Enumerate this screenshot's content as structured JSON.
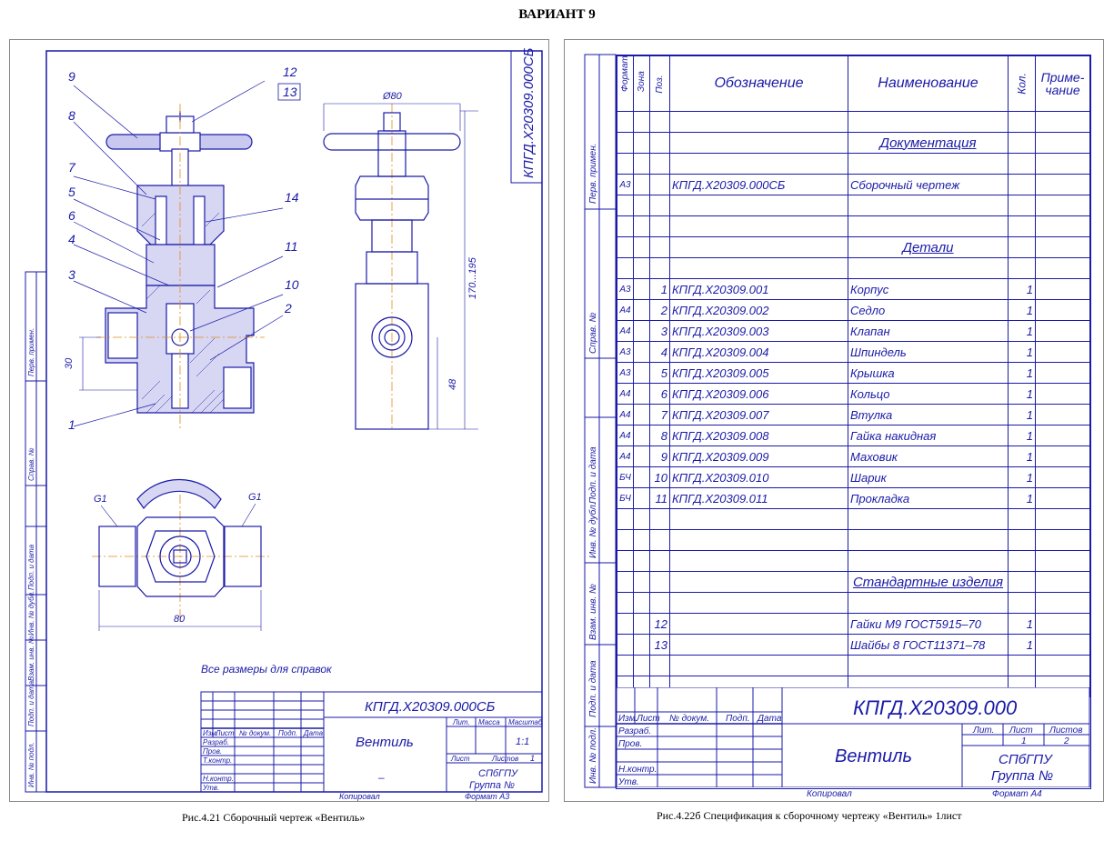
{
  "page_title": "ВАРИАНТ 9",
  "left": {
    "caption": "Рис.4.21  Сборочный чертеж «Вентиль»",
    "rotated_code": "КПГД.Х20309.000СБ",
    "note": "Все размеры для справок",
    "dims": {
      "d80": "Ø80",
      "h": "170...195",
      "h30": "30",
      "h48": "48",
      "w80": "80",
      "g1a": "G1",
      "g1b": "G1"
    },
    "positions": [
      "9",
      "8",
      "7",
      "5",
      "6",
      "4",
      "3",
      "1",
      "12",
      "13",
      "14",
      "11",
      "10",
      "2"
    ],
    "side_labels": [
      "Перв. примен.",
      "Справ. №",
      "Подп. и дата",
      "Инв. № дубл.",
      "Взам. инв. №",
      "Подп. и дата",
      "Инв. № подл."
    ],
    "stamp": {
      "code": "КПГД.Х20309.000СБ",
      "name": "Вентиль",
      "dash": "–",
      "lit": "Лит.",
      "massa": "Масса",
      "masshtab": "Масштаб",
      "scale": "1:1",
      "list": "Лист",
      "listov": "Листов",
      "listov_val": "1",
      "org": "СПбГПУ",
      "group": "Группа №",
      "hdr": [
        "Изм.",
        "Лист",
        "№ докум.",
        "Подп.",
        "Дата"
      ],
      "roles": [
        "Разраб.",
        "Пров.",
        "Т.контр.",
        "",
        "Н.контр.",
        "Утв."
      ],
      "kopiroval": "Копировал",
      "format": "Формат   А3"
    }
  },
  "right": {
    "caption": "Рис.4.22б Спецификация к сборочному чертежу «Вентиль» 1лист",
    "headers": {
      "format": "Формат",
      "zona": "Зона",
      "poz": "Поз.",
      "oboz": "Обозначение",
      "naim": "Наименование",
      "kol": "Кол.",
      "prim": "Приме-чание"
    },
    "side_labels": [
      "Перв. примен.",
      "Справ. №",
      "Подп. и дата",
      "Инв. № дубл.",
      "Взам. инв. №",
      "Подп. и дата",
      "Инв. № подл."
    ],
    "rows": [
      {
        "f": "",
        "p": "",
        "o": "",
        "n": "",
        "k": ""
      },
      {
        "f": "",
        "p": "",
        "o": "",
        "n": "Документация",
        "k": "",
        "sec": true
      },
      {
        "f": "",
        "p": "",
        "o": "",
        "n": "",
        "k": ""
      },
      {
        "f": "А3",
        "p": "",
        "o": "КПГД.Х20309.000СБ",
        "n": "Сборочный чертеж",
        "k": ""
      },
      {
        "f": "",
        "p": "",
        "o": "",
        "n": "",
        "k": ""
      },
      {
        "f": "",
        "p": "",
        "o": "",
        "n": "",
        "k": ""
      },
      {
        "f": "",
        "p": "",
        "o": "",
        "n": "Детали",
        "k": "",
        "sec": true
      },
      {
        "f": "",
        "p": "",
        "o": "",
        "n": "",
        "k": ""
      },
      {
        "f": "А3",
        "p": "1",
        "o": "КПГД.Х20309.001",
        "n": "Корпус",
        "k": "1"
      },
      {
        "f": "А4",
        "p": "2",
        "o": "КПГД.Х20309.002",
        "n": "Седло",
        "k": "1"
      },
      {
        "f": "А4",
        "p": "3",
        "o": "КПГД.Х20309.003",
        "n": "Клапан",
        "k": "1"
      },
      {
        "f": "А3",
        "p": "4",
        "o": "КПГД.Х20309.004",
        "n": "Шпиндель",
        "k": "1"
      },
      {
        "f": "А3",
        "p": "5",
        "o": "КПГД.Х20309.005",
        "n": "Крышка",
        "k": "1"
      },
      {
        "f": "А4",
        "p": "6",
        "o": "КПГД.Х20309.006",
        "n": "Кольцо",
        "k": "1"
      },
      {
        "f": "А4",
        "p": "7",
        "o": "КПГД.Х20309.007",
        "n": "Втулка",
        "k": "1"
      },
      {
        "f": "А4",
        "p": "8",
        "o": "КПГД.Х20309.008",
        "n": "Гайка накидная",
        "k": "1"
      },
      {
        "f": "А4",
        "p": "9",
        "o": "КПГД.Х20309.009",
        "n": "Маховик",
        "k": "1"
      },
      {
        "f": "БЧ",
        "p": "10",
        "o": "КПГД.Х20309.010",
        "n": "Шарик",
        "k": "1"
      },
      {
        "f": "БЧ",
        "p": "11",
        "o": "КПГД.Х20309.011",
        "n": "Прокладка",
        "k": "1"
      },
      {
        "f": "",
        "p": "",
        "o": "",
        "n": "",
        "k": ""
      },
      {
        "f": "",
        "p": "",
        "o": "",
        "n": "",
        "k": ""
      },
      {
        "f": "",
        "p": "",
        "o": "",
        "n": "",
        "k": ""
      },
      {
        "f": "",
        "p": "",
        "o": "",
        "n": "Стандартные изделия",
        "k": "",
        "sec": true
      },
      {
        "f": "",
        "p": "",
        "o": "",
        "n": "",
        "k": ""
      },
      {
        "f": "",
        "p": "12",
        "o": "",
        "n": "Гайки М9 ГОСТ5915–70",
        "k": "1"
      },
      {
        "f": "",
        "p": "13",
        "o": "",
        "n": "Шайбы 8 ГОСТ11371–78",
        "k": "1"
      },
      {
        "f": "",
        "p": "",
        "o": "",
        "n": "",
        "k": ""
      },
      {
        "f": "",
        "p": "",
        "o": "",
        "n": "",
        "k": ""
      }
    ],
    "stamp": {
      "code": "КПГД.Х20309.000",
      "name": "Вентиль",
      "lit": "Лит.",
      "list": "Лист",
      "listov": "Листов",
      "list_val": "1",
      "listov_val": "2",
      "org": "СПбГПУ",
      "group": "Группа №",
      "hdr": [
        "Изм.",
        "Лист",
        "№ докум.",
        "Подп.",
        "Дата"
      ],
      "roles": [
        "Разраб.",
        "Пров.",
        "",
        "Н.контр.",
        "Утв."
      ],
      "kopiroval": "Копировал",
      "format": "Формат   А4"
    }
  }
}
